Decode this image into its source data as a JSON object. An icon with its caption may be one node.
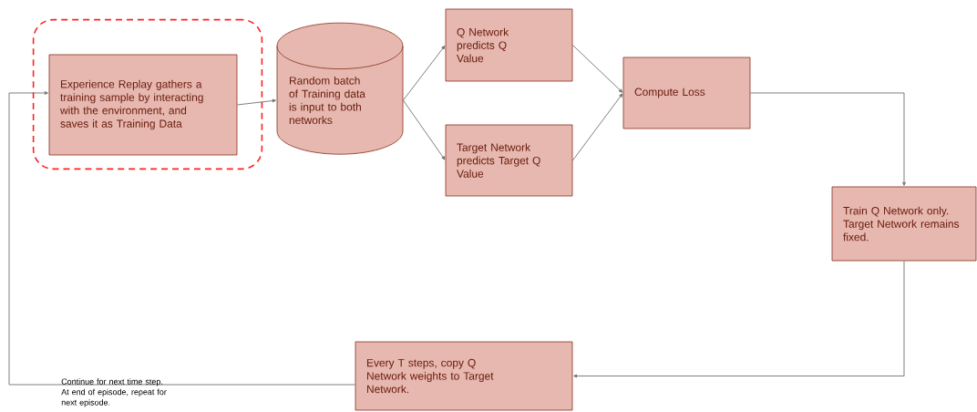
{
  "diagram": {
    "nodes": [
      {
        "text": [],
        "shape": "box"
      },
      {
        "text": [
          "Experience Replay gathers a training sample by interacting with the environment, and saves it as Training Data"
        ],
        "in": 0
      },
      {
        "text": [
          "Random batch of Training data is input to both networks"
        ]
      },
      {
        "text": [
          "Q Network predicts Q Value"
        ]
      },
      {
        "text": [
          "Target Network predicts Target Q Value"
        ]
      },
      {
        "text": [
          "Compute Loss"
        ]
      },
      {
        "text": [
          "Train Q Network only. Target Network remains fixed."
        ]
      },
      {
        "text": [
          "Every T steps, copy Q Network weights to Target Network."
        ]
      }
    ],
    "edges": [
      {
        "from": 1,
        "to": 2,
        "arrow": "to"
      },
      {
        "from": 2,
        "to": 3,
        "arrow": "to"
      },
      {
        "from": 2,
        "to": 4,
        "arrow": "to"
      },
      {
        "from": 3,
        "to": 5,
        "arrow": "to"
      },
      {
        "from": 4,
        "to": 5,
        "arrow": "to"
      },
      {
        "from": 5,
        "to": 6,
        "arrow": "to"
      },
      {
        "from": 6,
        "to": 7,
        "arrow": "to"
      },
      {
        "from": 7,
        "to": 1,
        "arrow": "to",
        "label": "Continue for next time step. At end of episode, repeat for next episode."
      }
    ]
  }
}
